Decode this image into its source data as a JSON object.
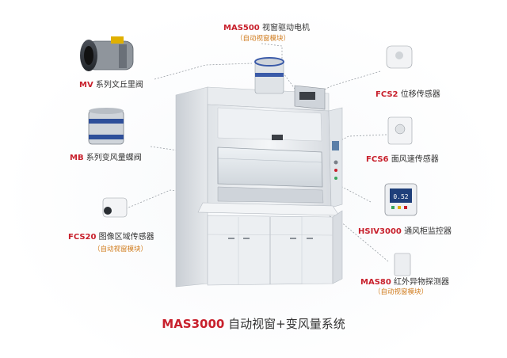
{
  "title": {
    "code": "MAS3000",
    "text": "自动视窗+变风量系统"
  },
  "components": [
    {
      "id": "mas500",
      "code": "MAS500",
      "text": "视窗驱动电机",
      "note": "（自动视窗模块）"
    },
    {
      "id": "fcs2",
      "code": "FCS2",
      "text": "位移传感器",
      "note": ""
    },
    {
      "id": "fcs6",
      "code": "FCS6",
      "text": "面风速传感器",
      "note": ""
    },
    {
      "id": "hsiv3000",
      "code": "HSIV3000",
      "text": "通风柜监控器",
      "note": ""
    },
    {
      "id": "mas80",
      "code": "MAS80",
      "text": "红外异物探测器",
      "note": "（自动视窗模块）"
    },
    {
      "id": "mv",
      "code": "MV",
      "text": "系列文丘里阀",
      "note": ""
    },
    {
      "id": "mb",
      "code": "MB",
      "text": "系列变风量蝶阀",
      "note": ""
    },
    {
      "id": "fcs20",
      "code": "FCS20",
      "text": "图像区域传感器",
      "note": "（自动视窗模块）"
    }
  ],
  "monitor_display": "0.52",
  "colors": {
    "accent_red": "#c8202c",
    "note_orange": "#d07a1a",
    "leader_line": "#9aa0a6"
  }
}
